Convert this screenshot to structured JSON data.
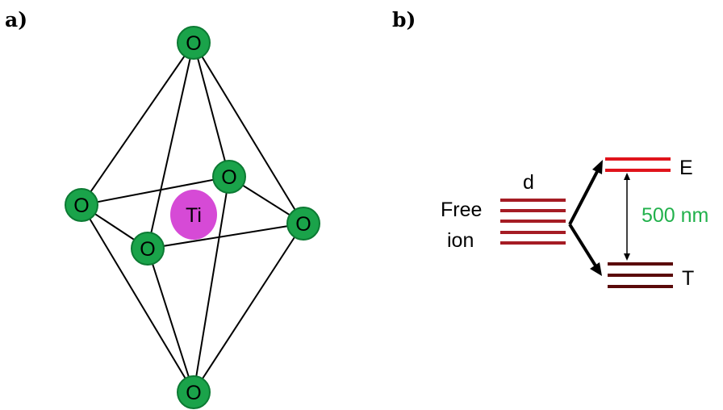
{
  "panel_a": {
    "label": "a)",
    "atoms": {
      "top": "O",
      "left": "O",
      "back": "O",
      "right": "O",
      "front": "O",
      "bottom": "O",
      "center": "Ti"
    }
  },
  "panel_b": {
    "label": "b)",
    "d_label": "d",
    "free_ion_line1": "Free",
    "free_ion_line2": "ion",
    "upper_level_label": "E",
    "lower_level_label": "T",
    "gap_label": "500 nm"
  },
  "colors": {
    "oxygen": "#1aa34a",
    "oxygen_stroke": "#0c7a33",
    "titanium": "#d64ad6",
    "free_ion_levels": "#a51c24",
    "e_levels": "#e0141c",
    "t_levels": "#5a0a0a",
    "gap_label": "#22b14c",
    "edges": "#000000"
  }
}
